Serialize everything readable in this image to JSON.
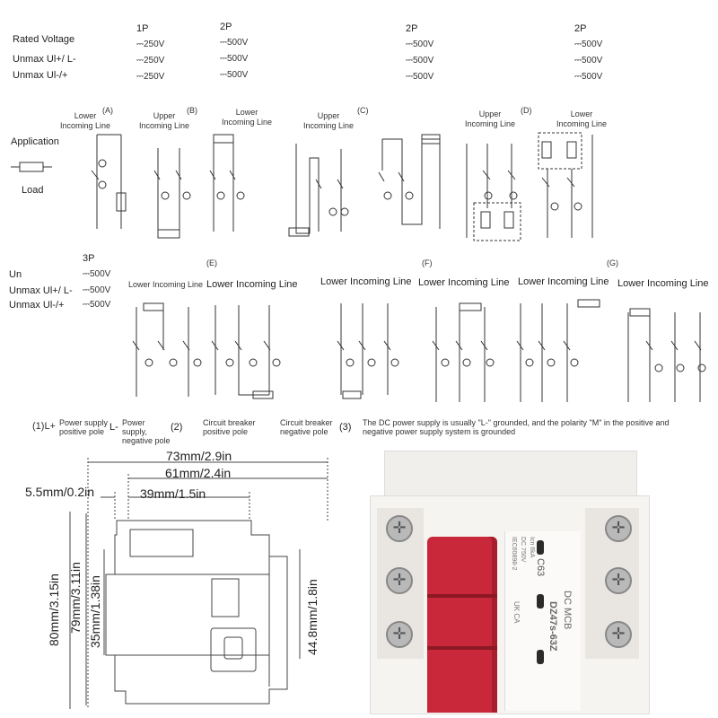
{
  "specs_top": {
    "rated_voltage": "Rated Voltage",
    "unmax_plus": "Unmax Ul+/ L-",
    "unmax_plus_minus": "Unmax Ul-/+",
    "col_1p": "1P",
    "col_2p_a": "2P",
    "col_2p_b": "2P",
    "col_2p_c": "2P",
    "v250": "250V",
    "v500": "500V"
  },
  "application_label": "Application",
  "load_label": "Load",
  "top_diagrams": {
    "a_tag": "(A)",
    "a_label": "Lower\nIncoming Line",
    "b_tag": "(B)",
    "b_label": "Upper\nIncoming Line",
    "b2_label": "Lower\nIncoming Line",
    "c_tag": "(C)",
    "c_label": "Upper\nIncoming Line",
    "d_tag": "(D)",
    "d_label": "Upper\nIncoming Line",
    "d2_label": "Lower\nIncoming Line"
  },
  "specs_3p": {
    "title": "3P",
    "un": "Un",
    "unmax_plus": "Unmax Ul+/ L-",
    "unmax_plus_minus": "Unmax Ul-/+",
    "v500": "500V"
  },
  "bottom_diagrams": {
    "e_tag": "(E)",
    "f_tag": "(F)",
    "g_tag": "(G)",
    "lower_incoming": "Lower Incoming Line"
  },
  "legend": {
    "item1_key": "(1)L+",
    "item1_text": "Power supply positive pole",
    "item2_key": "L-",
    "item2_text": "Power supply, negative pole",
    "item3_key": "(2)",
    "item3_text": "Circuit breaker positive pole",
    "item4_text": "Circuit breaker negative pole",
    "item5_key": "(3)",
    "item5_text": "The DC power supply is usually \"L-\" grounded, and the polarity \"M\" in the positive and negative power supply system is grounded"
  },
  "dimensions": {
    "d73": "73mm/2.9in",
    "d61": "61mm/2.4in",
    "d55": "5.5mm/0.2in",
    "d39": "39mm/1.5in",
    "d80": "80mm/3.15in",
    "d79": "79mm/3.11in",
    "d35": "35mm/1.38in",
    "d448": "44.8mm/1.8in"
  },
  "product": {
    "model": "DZ47s-63Z",
    "rating": "C63",
    "brand": "DC MCB",
    "standard": "IEC60898-2",
    "volt": "DC 750V",
    "icn": "Icn 6kA",
    "cert": "UK CA"
  },
  "colors": {
    "handle": "#c8283a",
    "body": "#f3f1ee",
    "accent": "#ff9a9a"
  }
}
